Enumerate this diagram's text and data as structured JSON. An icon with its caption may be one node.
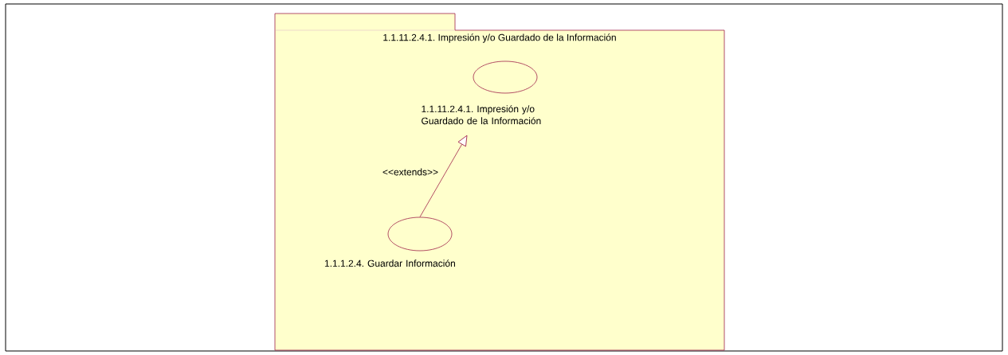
{
  "diagram": {
    "nodes": [
      {
        "text": [
          "1.1.11.2.4.1. Impresión y/o Guardado de la Información"
        ]
      },
      {
        "text": [
          "1.1.11.2.4.1. Impresión y/o Guardado de la Información"
        ],
        "in": 0
      },
      {
        "text": [
          "1.1.1.2.4. Guardar Información"
        ],
        "in": 0
      }
    ],
    "edges": [
      {
        "from": 2,
        "to": 1,
        "arrow": "to",
        "label": "<<extends>>"
      }
    ]
  }
}
